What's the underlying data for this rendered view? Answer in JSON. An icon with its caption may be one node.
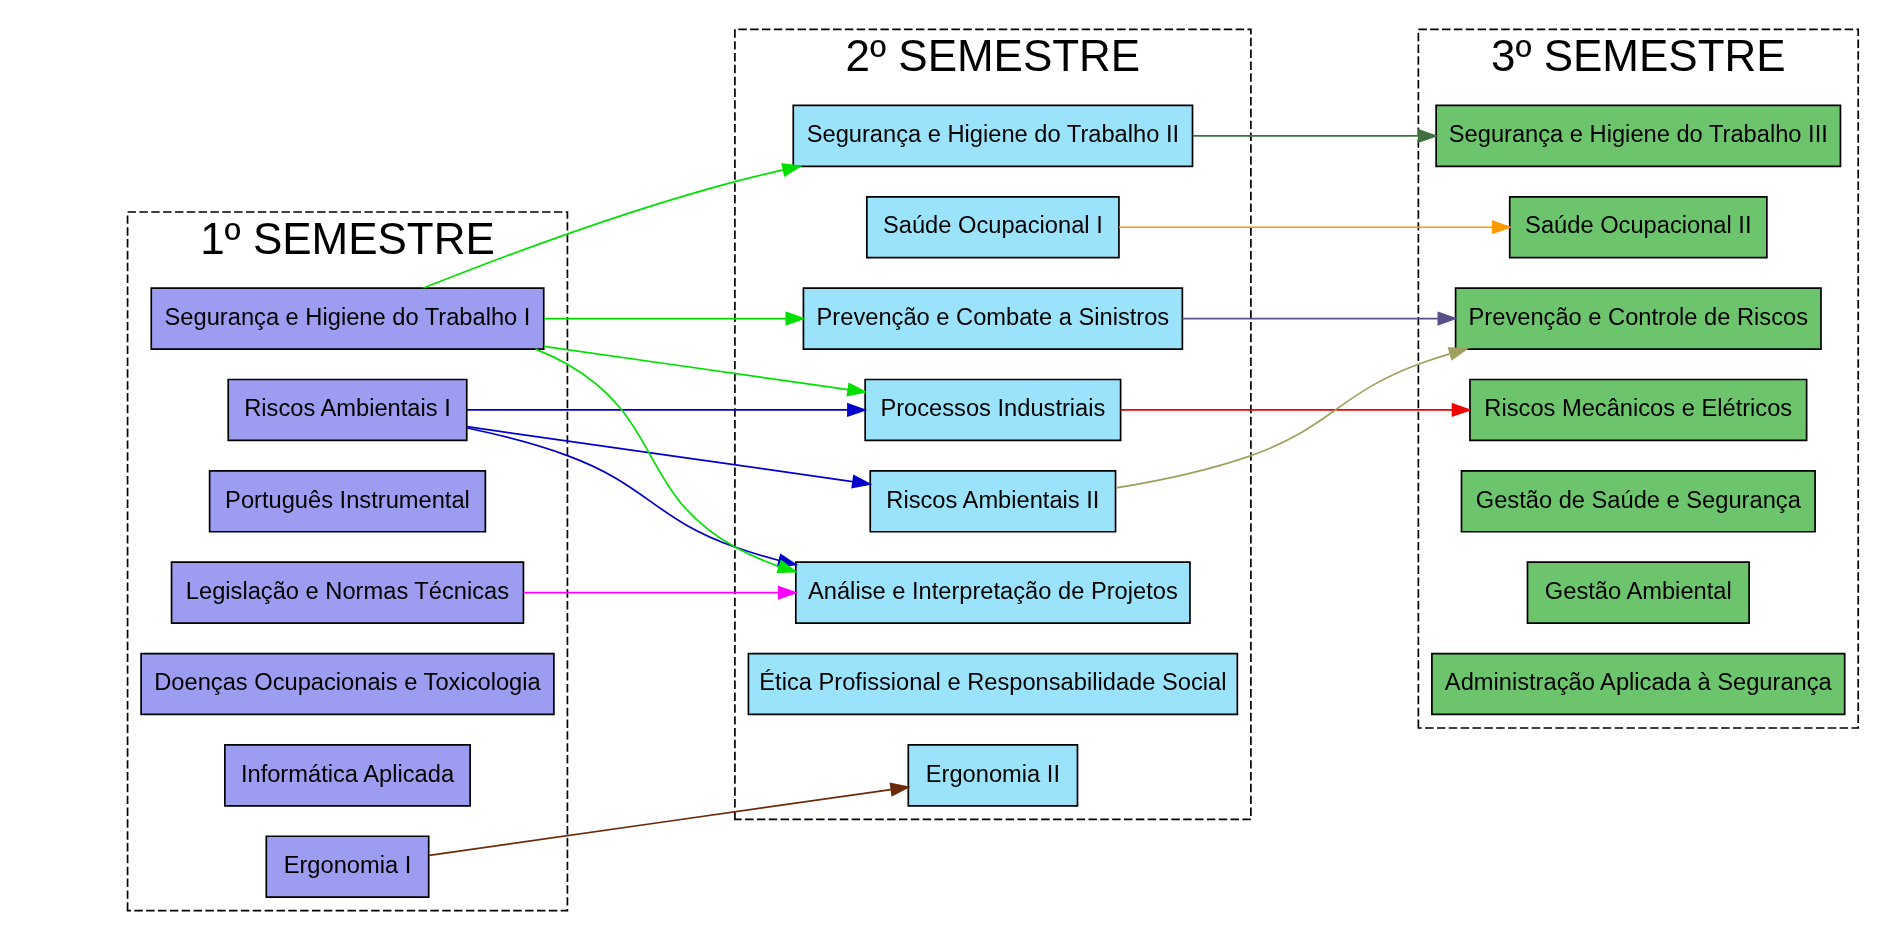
{
  "diagram": {
    "nodes": [
      {
        "text": [
          "1º SEMESTRE"
        ]
      },
      {
        "text": [
          "Doenças Ocupacionais e Toxicologia"
        ],
        "in": 0
      },
      {
        "text": [
          "Ergonomia I"
        ],
        "in": 0
      },
      {
        "text": [
          "Informática Aplicada"
        ],
        "in": 0
      },
      {
        "text": [
          "Legislação e Normas Técnicas"
        ],
        "in": 0
      },
      {
        "text": [
          "Português Instrumental"
        ],
        "in": 0
      },
      {
        "text": [
          "Riscos Ambientais I"
        ],
        "in": 0
      },
      {
        "text": [
          "Segurança e Higiene do Trabalho I"
        ],
        "in": 0
      },
      {
        "text": [
          "2º SEMESTRE"
        ]
      },
      {
        "text": [
          "Análise e Interpretação de Projetos"
        ],
        "in": 8
      },
      {
        "text": [
          "Ergonomia II"
        ],
        "in": 8
      },
      {
        "text": [
          "Ética Profissional e Responsabilidade Social"
        ],
        "in": 8
      },
      {
        "text": [
          "Prevenção e Combate a Sinistros"
        ],
        "in": 8
      },
      {
        "text": [
          "Processos Industriais"
        ],
        "in": 8
      },
      {
        "text": [
          "Riscos Ambientais II"
        ],
        "in": 8
      },
      {
        "text": [
          "Saúde Ocupacional I"
        ],
        "in": 8
      },
      {
        "text": [
          "Segurança e Higiene do Trabalho II"
        ],
        "in": 8
      },
      {
        "text": [
          "3º SEMESTRE"
        ]
      },
      {
        "text": [
          "Administração Aplicada à Segurança"
        ],
        "in": 17
      },
      {
        "text": [
          "Gestão Ambiental"
        ],
        "in": 17
      },
      {
        "text": [
          "Gestão de Saúde e Segurança"
        ],
        "in": 17
      },
      {
        "text": [
          "Prevenção e Controle de Riscos"
        ],
        "in": 17
      },
      {
        "text": [
          "Riscos Mecânicos e Elétricos"
        ],
        "in": 17
      },
      {
        "text": [
          "Saúde Ocupacional II"
        ],
        "in": 17
      },
      {
        "text": [
          "Segurança e Higiene do Trabalho III"
        ],
        "in": 17
      }
    ],
    "edges": [
      {
        "from": 7,
        "to": 9,
        "arrow": "to",
        "color": "#00e000"
      },
      {
        "from": 6,
        "to": 9,
        "arrow": "to",
        "color": "#0000cc"
      },
      {
        "from": 4,
        "to": 9,
        "arrow": "to",
        "color": "#ff00ff"
      },
      {
        "from": 2,
        "to": 10,
        "arrow": "to",
        "color": "#6b2a0a"
      },
      {
        "from": 7,
        "to": 12,
        "arrow": "to",
        "color": "#00e000"
      },
      {
        "from": 6,
        "to": 13,
        "arrow": "to",
        "color": "#0000cc"
      },
      {
        "from": 7,
        "to": 13,
        "arrow": "to",
        "color": "#00e000"
      },
      {
        "from": 6,
        "to": 14,
        "arrow": "to",
        "color": "#0000cc"
      },
      {
        "from": 7,
        "to": 16,
        "arrow": "to",
        "color": "#00e000"
      },
      {
        "from": 12,
        "to": 21,
        "arrow": "to",
        "color": "#59508a"
      },
      {
        "from": 14,
        "to": 21,
        "arrow": "to",
        "color": "#a0a060"
      },
      {
        "from": 13,
        "to": 22,
        "arrow": "to",
        "color": "#ee0000"
      },
      {
        "from": 15,
        "to": 23,
        "arrow": "to",
        "color": "#ff9900"
      },
      {
        "from": 16,
        "to": 24,
        "arrow": "to",
        "color": "#407040"
      }
    ]
  }
}
